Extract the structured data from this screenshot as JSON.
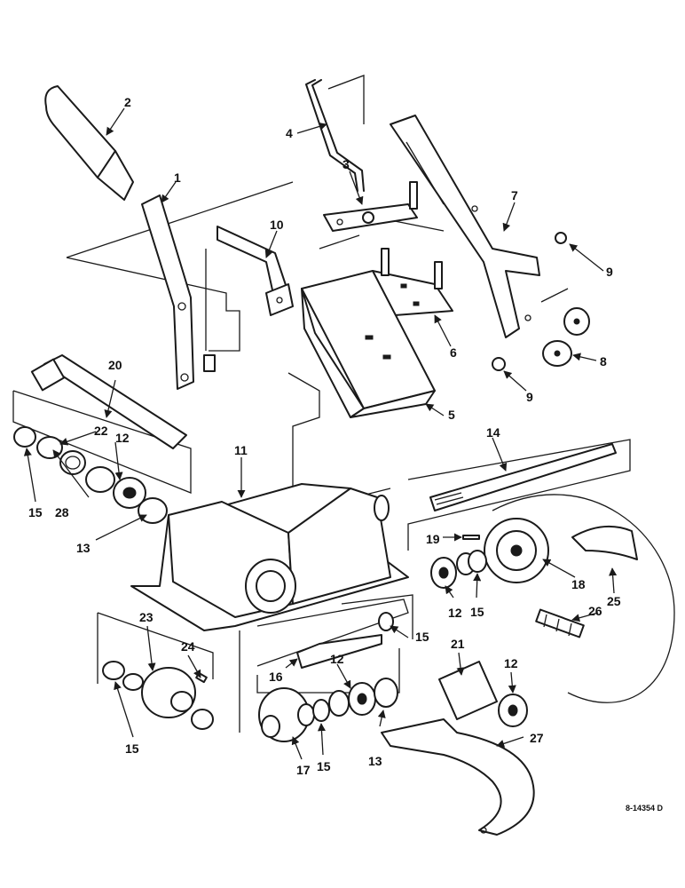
{
  "drawing_code": "8-14354 D",
  "callouts": [
    "1",
    "2",
    "3",
    "4",
    "5",
    "6",
    "7",
    "8",
    "9",
    "9",
    "10",
    "11",
    "12",
    "12",
    "12",
    "12",
    "13",
    "13",
    "14",
    "15",
    "15",
    "15",
    "15",
    "15",
    "16",
    "17",
    "18",
    "19",
    "20",
    "21",
    "22",
    "23",
    "24",
    "25",
    "26",
    "27",
    "28"
  ]
}
